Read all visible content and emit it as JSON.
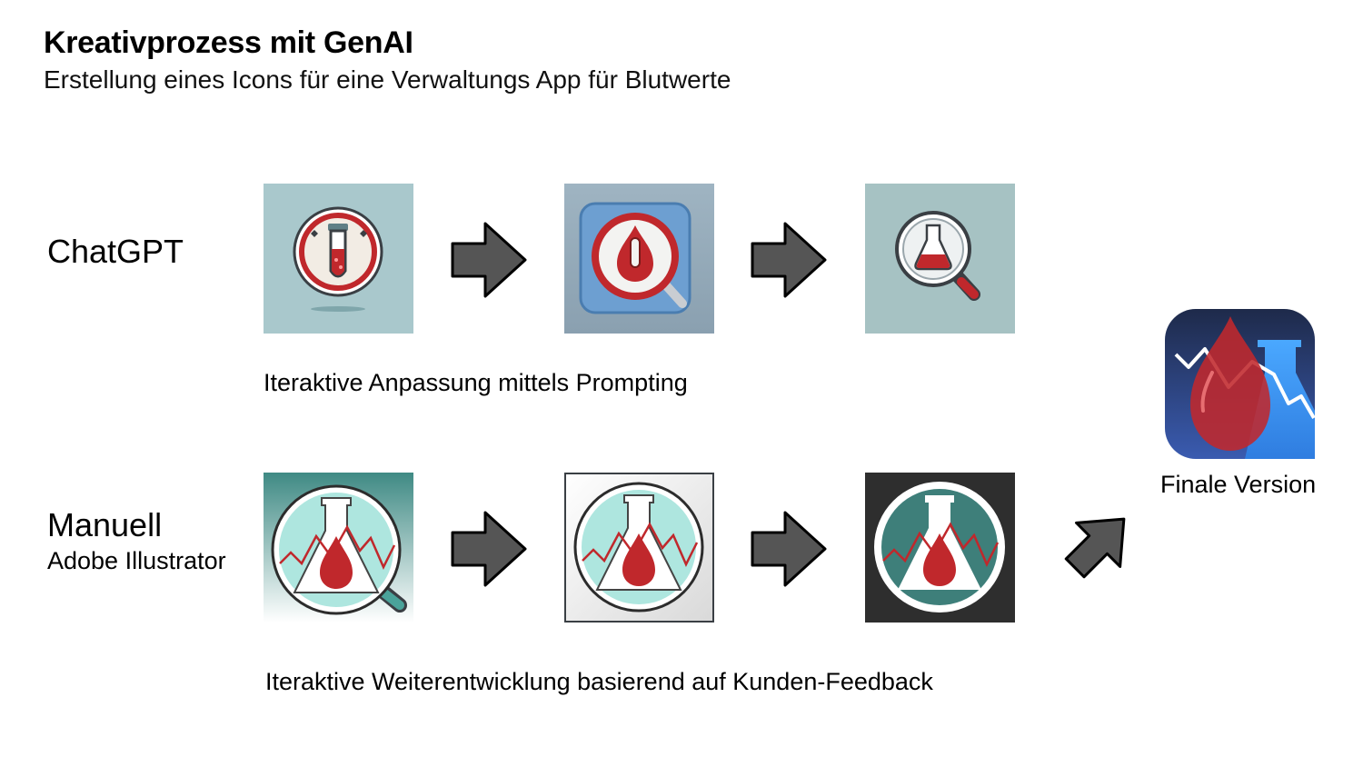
{
  "header": {
    "title": "Kreativprozess mit GenAI",
    "subtitle": "Erstellung eines Icons für eine Verwaltungs App für Blutwerte"
  },
  "rows": {
    "chatgpt": {
      "label": "ChatGPT",
      "caption": "Iteraktive Anpassung mittels Prompting",
      "icons": [
        "test-tube-badge-icon",
        "blood-drop-magnifier-icon",
        "flask-magnifier-icon"
      ]
    },
    "manual": {
      "label": "Manuell",
      "sublabel": "Adobe Illustrator",
      "caption": "Iteraktive Weiterentwicklung basierend auf Kunden-Feedback",
      "icons": [
        "flask-chart-magnifier-icon",
        "flask-chart-framed-icon",
        "flask-chart-dark-icon"
      ]
    }
  },
  "final": {
    "label": "Finale Version",
    "icon": "blood-drop-flask-app-icon"
  },
  "colors": {
    "blood_red": "#c0282c",
    "teal": "#3e7f7a",
    "arrow_gray": "#555555",
    "chatgpt_bg": "#a9c8cc",
    "final_top": "#1e2a4a",
    "final_bottom": "#3a5bb0"
  }
}
